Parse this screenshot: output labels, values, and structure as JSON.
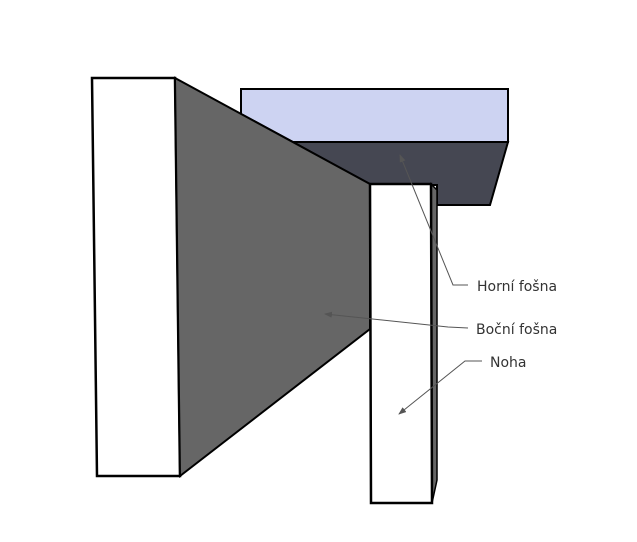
{
  "labels": {
    "top_board": "Horní fošna",
    "side_board": "Boční fošna",
    "leg": "Noha"
  },
  "colors": {
    "top_board_top": "#cdd3f2",
    "top_board_front": "#454752",
    "side_board_face": "#666666",
    "leg_face": "#ffffff",
    "outline": "#000000",
    "leader": "#555555"
  }
}
